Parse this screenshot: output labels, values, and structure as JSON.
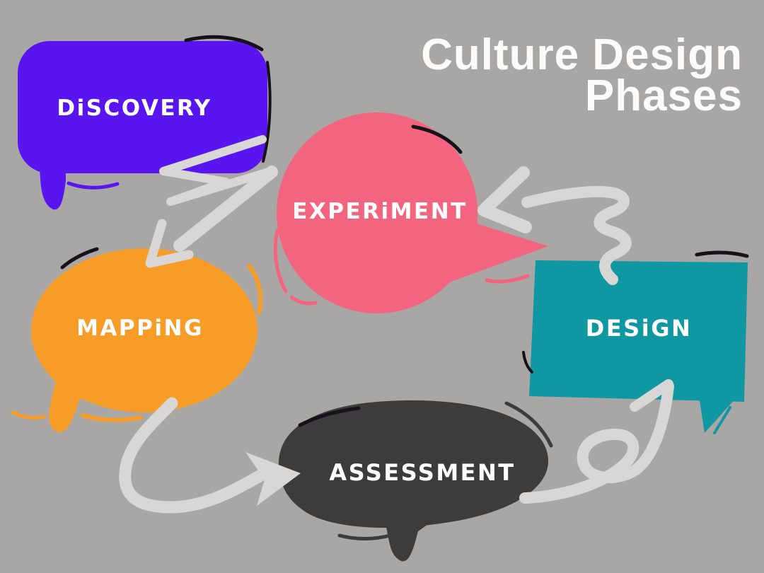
{
  "title": {
    "line1": "Culture Design",
    "line2": "Phases"
  },
  "colors": {
    "background": "#a8a7a5",
    "arrow": "#d8d7d5",
    "label_text": "#ffffff",
    "title_text": "#fbfbfb",
    "ink_accent": "#17121a"
  },
  "phases": [
    {
      "name": "Discovery",
      "label": "DiSCOVERY",
      "color": "#5915f0",
      "bubble": "rounded rectangle, tail bottom-left"
    },
    {
      "name": "Experiment",
      "label": "EXPERiMENT",
      "color": "#f3657f",
      "bubble": "circle, tail pointing right"
    },
    {
      "name": "Mapping",
      "label": "MAPPiNG",
      "color": "#f79c27",
      "bubble": "ellipse, tail bottom-left"
    },
    {
      "name": "Assessment",
      "label": "ASSESSMENT",
      "color": "#3d3c3c",
      "bubble": "blob, tail bottom"
    },
    {
      "name": "Design",
      "label": "DESiGN",
      "color": "#0f98a1",
      "bubble": "rectangle, tail bottom-right"
    }
  ],
  "connections": [
    {
      "from": "Discovery",
      "to": "Mapping",
      "style": "zigzag scribble arrow, pointing down-left"
    },
    {
      "from": "Mapping",
      "to": "Assessment",
      "style": "swooping curve arrow, pointing right"
    },
    {
      "from": "Assessment",
      "to": "Design",
      "style": "looping curve arrow, pointing up-right"
    },
    {
      "from": "Design",
      "to": "Experiment",
      "style": "squiggle arrow, pointing left"
    }
  ]
}
